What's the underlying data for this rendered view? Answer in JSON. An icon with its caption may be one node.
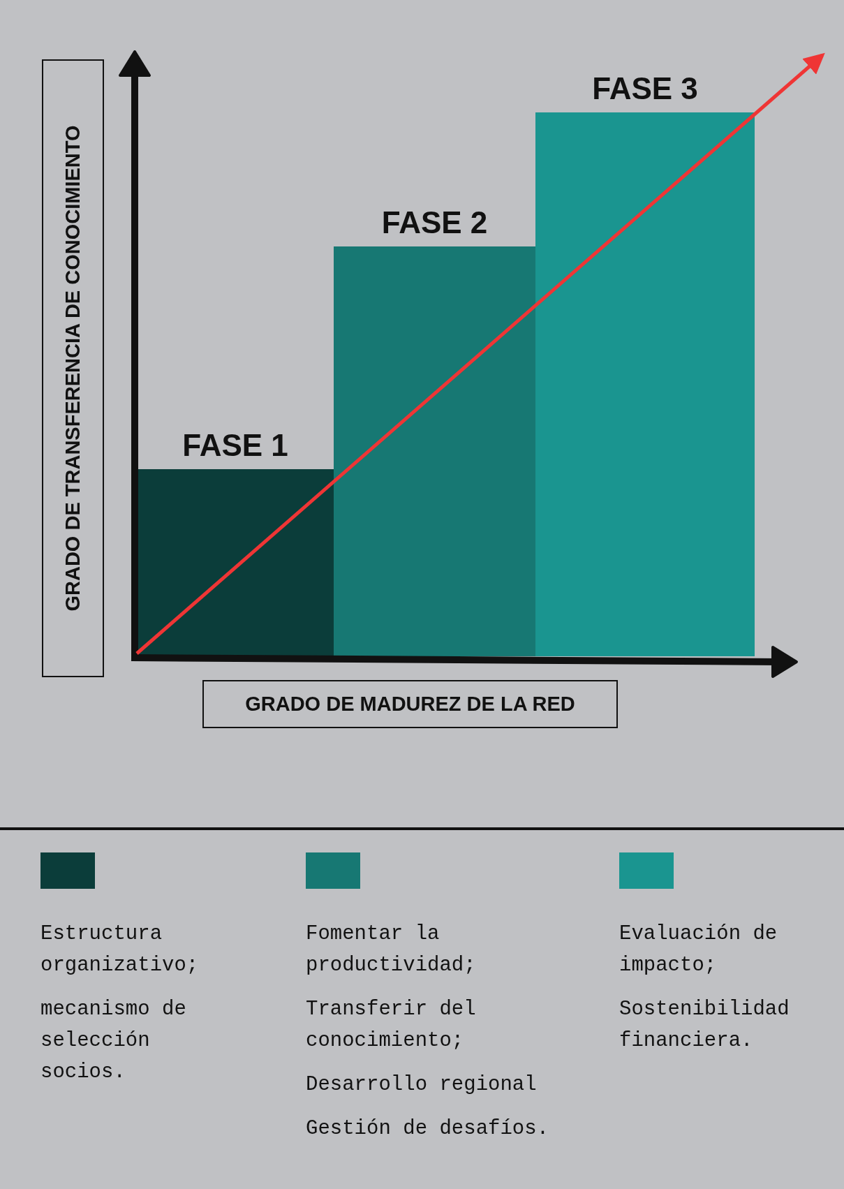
{
  "diagram": {
    "nodes": [
      {
        "text": [
          "GRADO DE TRANSFERENCIA DE CONOCIMIENTO"
        ]
      },
      {
        "text": [
          "FASE 1"
        ]
      },
      {
        "text": [
          "FASE 2"
        ]
      },
      {
        "text": [
          "FASE 3"
        ]
      },
      {
        "text": [
          "GRADO DE MADUREZ DE LA RED"
        ]
      }
    ],
    "labels": [
      "mecanismo de selección socios.",
      "Transferir del conocimiento;",
      "Desarrollo regional",
      "Gestión de desafíos.",
      "Sostenibilidad financiera."
    ],
    "legend": [
      {
        "text": "Estructura organizativo;",
        "color": "#0b3d3a"
      },
      {
        "text": "Fomentar la productividad;",
        "color": "#177873"
      },
      {
        "text": "Evaluación de impacto;",
        "color": "#1a9590"
      }
    ]
  }
}
